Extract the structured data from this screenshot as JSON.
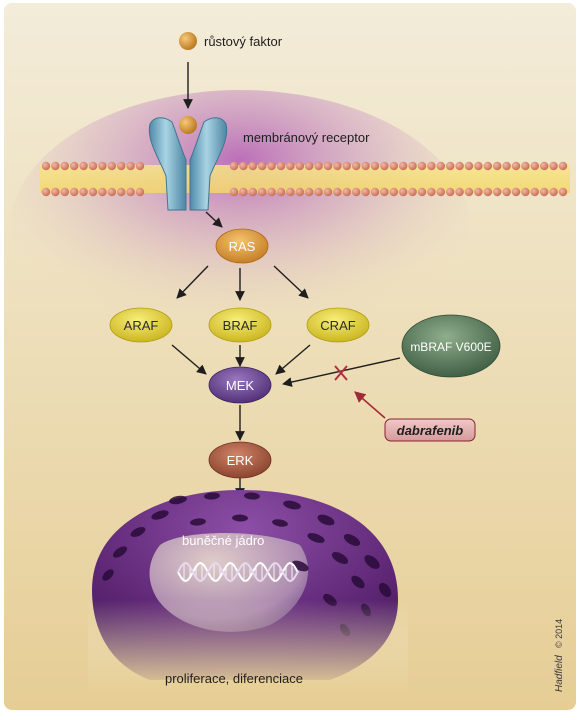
{
  "labels": {
    "growth_factor": "růstový faktor",
    "receptor": "membránový receptor",
    "nucleus": "buněčné jádro",
    "outcome": "proliferace, diferenciace"
  },
  "nodes": {
    "ras": "RAS",
    "araf": "ARAF",
    "braf": "BRAF",
    "craf": "CRAF",
    "mek": "MEK",
    "erk": "ERK",
    "mbraf": "mBRAF V600E"
  },
  "drug": "dabrafenib",
  "credit": {
    "signature": "Hadfield",
    "copyright": "© 2014"
  },
  "colors": {
    "background": "#efe2c4",
    "membrane_bead": "#d6826a",
    "receptor": "#7fb2cc",
    "growth_factor": "#d9952f",
    "ras": "#d99838",
    "raf": "#e2d235",
    "mek": "#6b4593",
    "erk": "#a5543d",
    "mbraf": "#5a7b5c",
    "inhibition": "#b03040",
    "nucleus": "#6a2f80"
  }
}
